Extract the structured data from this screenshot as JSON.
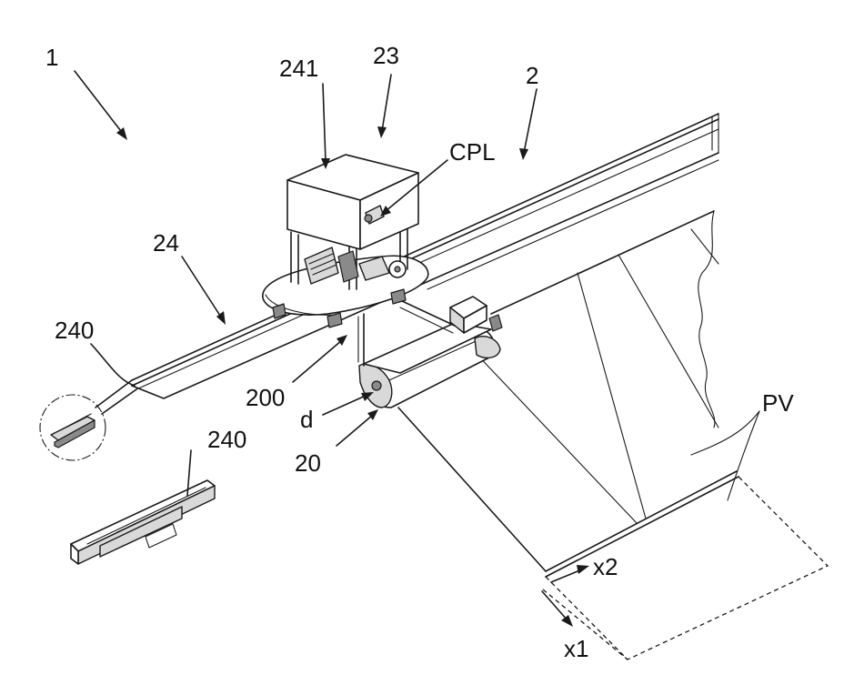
{
  "labels": {
    "ref_1": "1",
    "ref_2": "2",
    "ref_241": "241",
    "ref_23": "23",
    "ref_cpl": "CPL",
    "ref_24": "24",
    "ref_240_top": "240",
    "ref_240_bottom": "240",
    "ref_200": "200",
    "ref_d": "d",
    "ref_20": "20",
    "ref_pv": "PV",
    "axis_x2": "x2",
    "axis_x1": "x1"
  }
}
